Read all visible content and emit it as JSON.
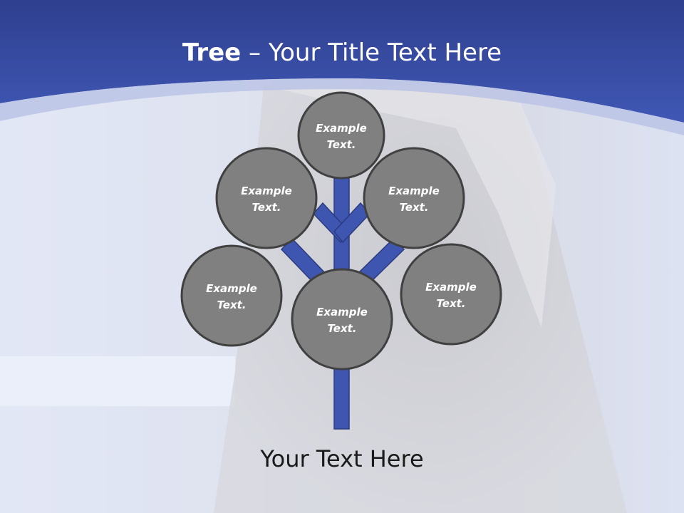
{
  "slide": {
    "title_bold": "Tree",
    "title_rest": " – Your Title Text Here",
    "footer_text": "Your Text Here"
  },
  "diagram": {
    "nodes": [
      {
        "id": "top",
        "line1": "Example",
        "line2": "Text."
      },
      {
        "id": "upper-left",
        "line1": "Example",
        "line2": "Text."
      },
      {
        "id": "upper-right",
        "line1": "Example",
        "line2": "Text."
      },
      {
        "id": "lower-left",
        "line1": "Example",
        "line2": "Text."
      },
      {
        "id": "center",
        "line1": "Example",
        "line2": "Text."
      },
      {
        "id": "lower-right",
        "line1": "Example",
        "line2": "Text."
      }
    ]
  },
  "colors": {
    "banner": "#3a55ad",
    "trunk": "#3f56b0",
    "node_fill": "#808080",
    "node_stroke": "#404040"
  }
}
